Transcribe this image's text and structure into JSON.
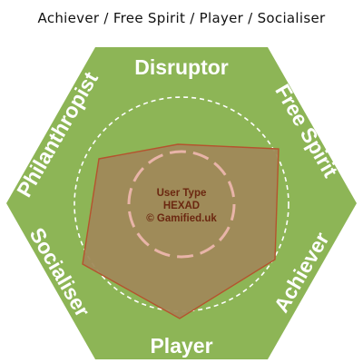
{
  "caption": "Achiever / Free Spirit / Player / Socialiser",
  "segments": {
    "top": "Disruptor",
    "top_right": "Free Spirit",
    "bottom_right": "Achiever",
    "bottom": "Player",
    "bottom_left": "Socialiser",
    "top_left": "Philanthropist"
  },
  "center": {
    "line1": "User Type",
    "line2": "HEXAD",
    "line3": "© Gamified.uk"
  },
  "colors": {
    "hexagon": "#8db556",
    "profile_fill": "#a0895a",
    "profile_stroke": "#b5532e",
    "circle_dash_outer": "#ffffff",
    "circle_dash_inner": "#e8b4a8",
    "label": "#ffffff",
    "center_text": "#6b2710"
  }
}
